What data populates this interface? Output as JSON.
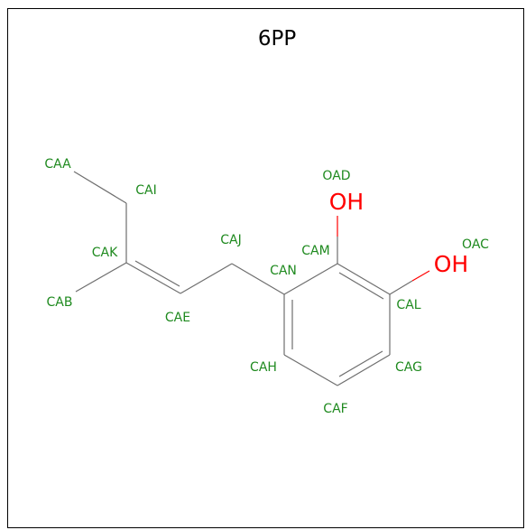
{
  "title": "6PP",
  "colors": {
    "bond": "#6e6e6e",
    "atom_name": "#1f8a1f",
    "heteroatom": "#ff0000",
    "title": "#000000"
  },
  "atom_names": {
    "CAA": "CAA",
    "CAI": "CAI",
    "CAK": "CAK",
    "CAB": "CAB",
    "CAE": "CAE",
    "CAJ": "CAJ",
    "CAN": "CAN",
    "CAM": "CAM",
    "OAD": "OAD",
    "OAC": "OAC",
    "CAL": "CAL",
    "CAH": "CAH",
    "CAG": "CAG",
    "CAF": "CAF"
  },
  "heteroatom_labels": {
    "OAD": "OH",
    "OAC": "OH"
  }
}
